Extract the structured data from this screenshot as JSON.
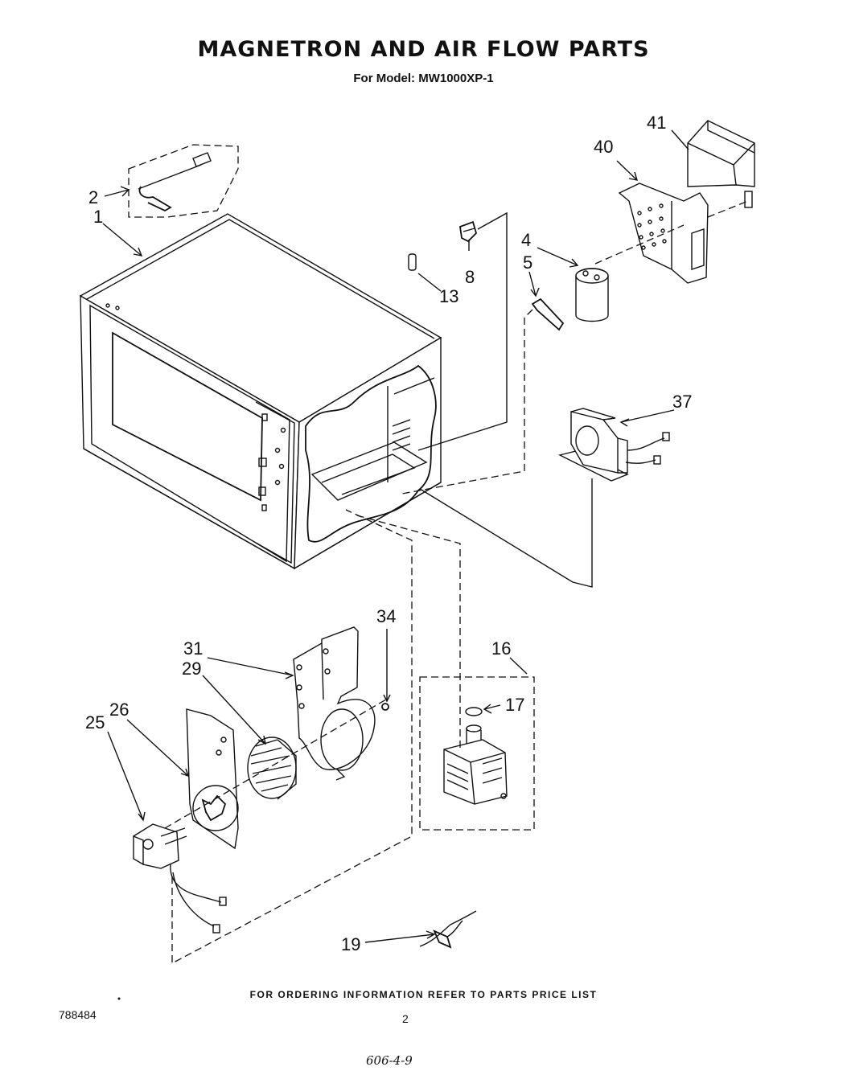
{
  "header": {
    "title": "MAGNETRON AND AIR FLOW PARTS",
    "subtitle": "For Model: MW1000XP-1"
  },
  "callouts": [
    "41",
    "40",
    "2",
    "1",
    "8",
    "4",
    "5",
    "13",
    "37",
    "34",
    "31",
    "29",
    "16",
    "17",
    "26",
    "25",
    "19"
  ],
  "footer": {
    "ordering_note": "FOR ORDERING INFORMATION REFER TO PARTS PRICE LIST",
    "doc_number": "788484",
    "page_number": "2",
    "handwritten_note": "606-4-9"
  }
}
